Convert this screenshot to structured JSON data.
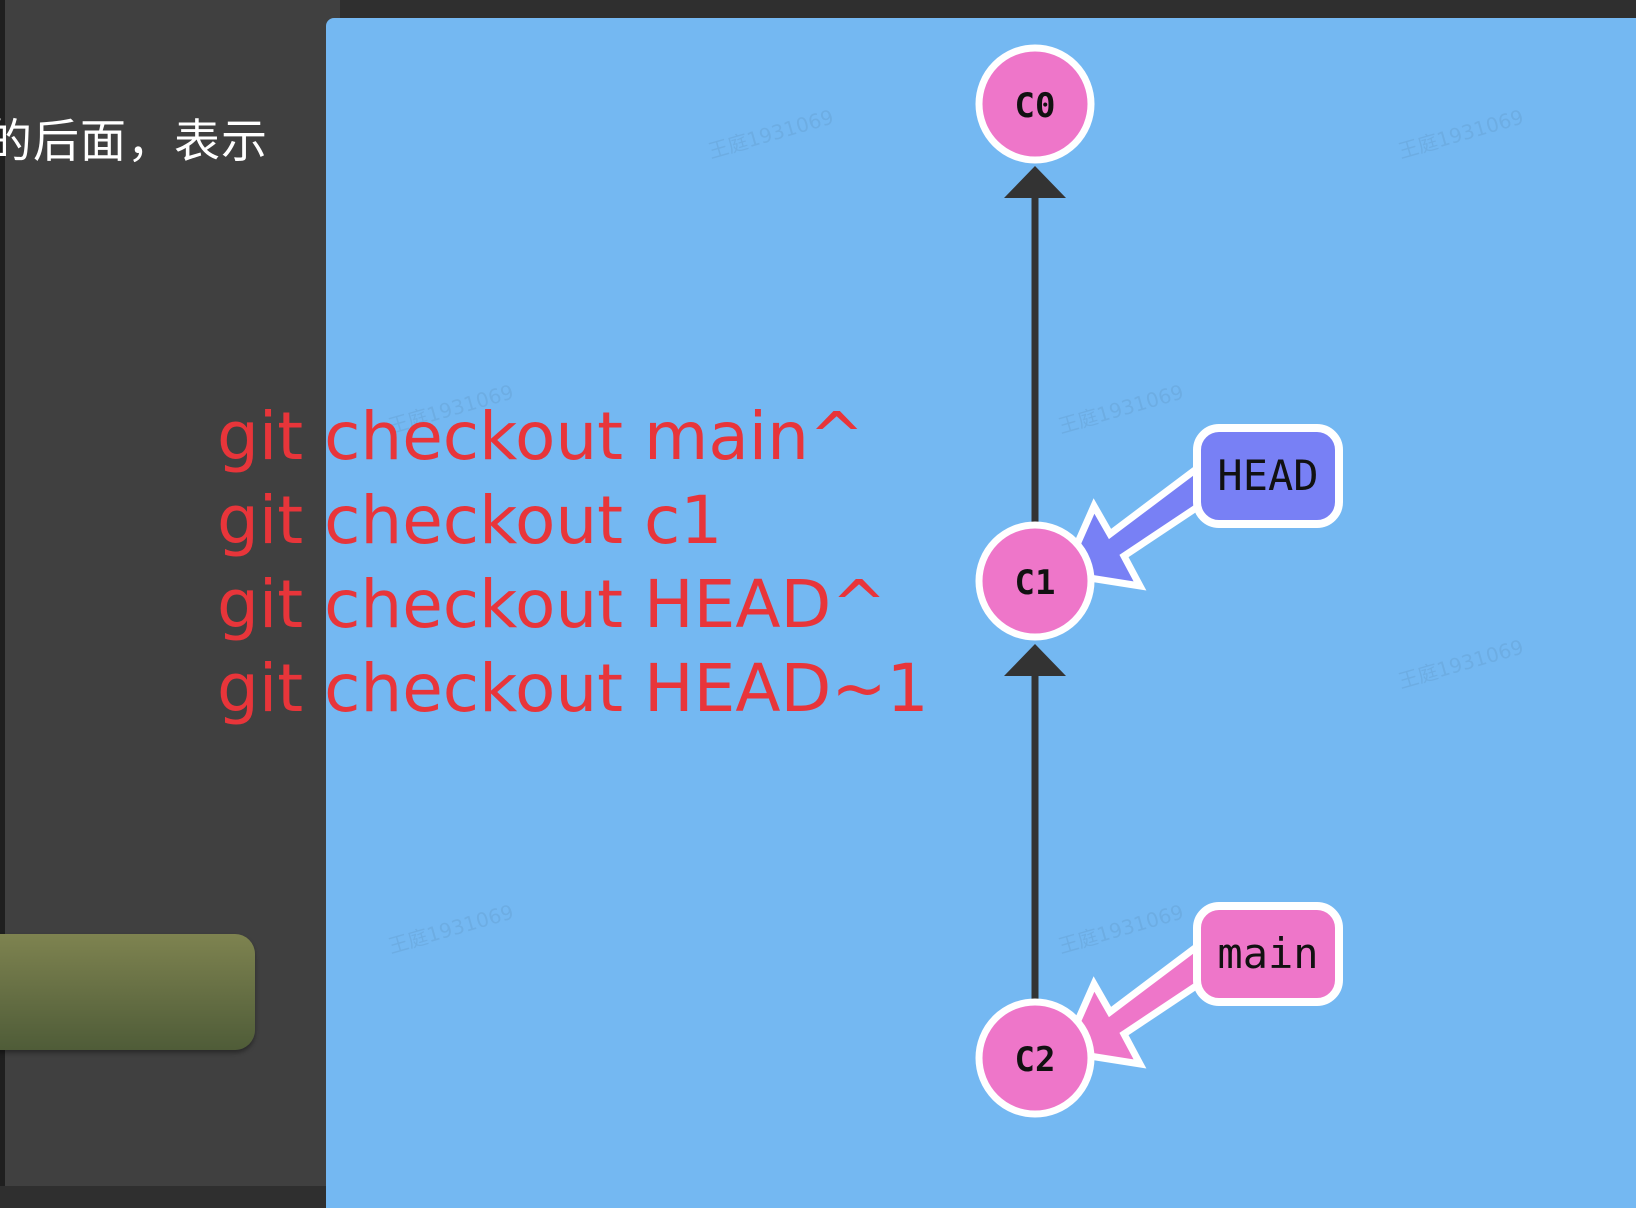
{
  "instruction": {
    "text_fragment": "的后面，表示"
  },
  "visualization": {
    "background_color": "#74b8f2",
    "watermark_text": "王庭1931069",
    "commits": [
      {
        "id": "C0"
      },
      {
        "id": "C1"
      },
      {
        "id": "C2"
      }
    ],
    "refs": [
      {
        "name": "HEAD",
        "color": "#7880f5",
        "target": "C1"
      },
      {
        "name": "main",
        "color": "#ee76c9",
        "target": "C2"
      }
    ],
    "commit_color": "#ee76c9"
  },
  "annotation": {
    "color": "#e8353a",
    "lines": [
      "git checkout main^",
      "git checkout c1",
      "git checkout HEAD^",
      "git checkout HEAD~1"
    ]
  }
}
